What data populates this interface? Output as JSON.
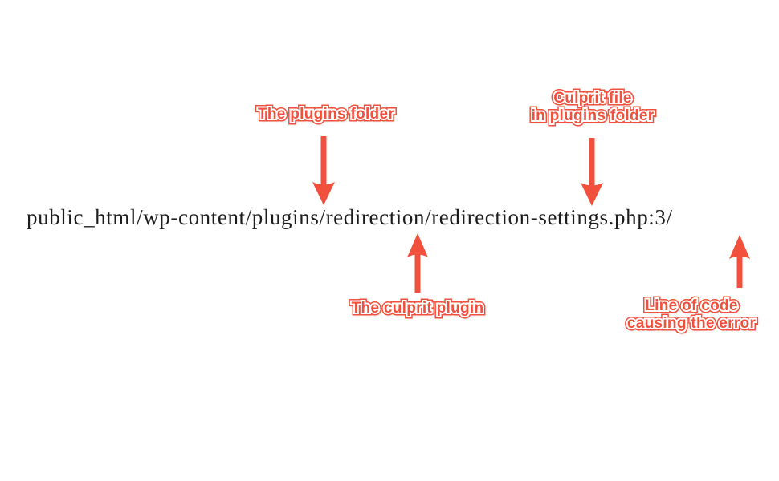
{
  "accent_color": "#F0503C",
  "background_color": "#FFFFFF",
  "path_line": {
    "text": "public_html/wp-content/plugins/redirection/redirection-settings.php:3/"
  },
  "labels": {
    "plugins_folder": {
      "line1": "The plugins folder"
    },
    "culprit_file": {
      "line1": "Culprit file",
      "line2": "in plugins folder"
    },
    "culprit_plugin": {
      "line1": "The culprit plugin"
    },
    "line_of_code": {
      "line1": "Line of code",
      "line2": "causing the error"
    }
  },
  "icons": {
    "plugins_folder_arrow": "down-arrow-icon",
    "culprit_file_arrow": "down-arrow-icon",
    "culprit_plugin_arrow": "up-arrow-icon",
    "line_of_code_arrow": "up-arrow-icon"
  }
}
